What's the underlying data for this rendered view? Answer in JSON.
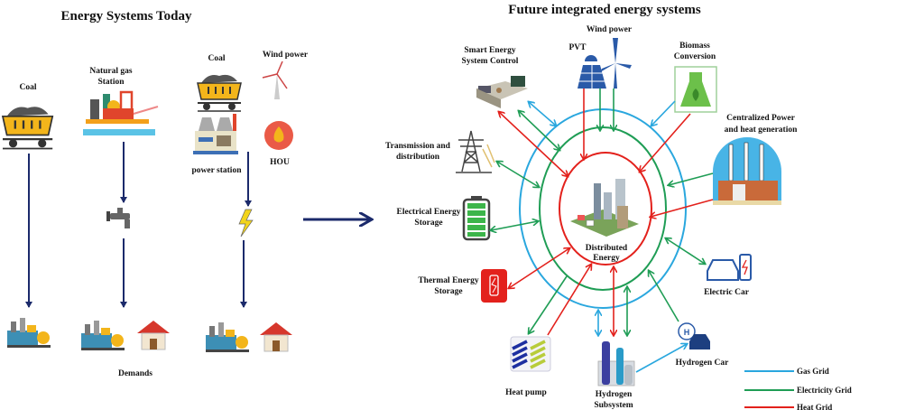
{
  "left": {
    "title": "Energy Systems Today",
    "coal_1": "Coal",
    "natural_gas_1": "Natural gas",
    "natural_gas_2": "Station",
    "coal_2": "Coal",
    "wind_power": "Wind power",
    "power_station": "power station",
    "hou": "HOU",
    "demands": "Demands"
  },
  "right": {
    "title": "Future integrated energy systems",
    "smart_1": "Smart Energy",
    "smart_2": "System Control",
    "pvt": "PVT",
    "wind_power": "Wind power",
    "biomass_1": "Biomass",
    "biomass_2": "Conversion",
    "central_1": "Centralized Power",
    "central_2": "and heat generation",
    "trans_1": "Transmission and",
    "trans_2": "distribution",
    "elec_storage_1": "Electrical  Energy",
    "elec_storage_2": "Storage",
    "thermal_1": "Thermal Energy",
    "thermal_2": "Storage",
    "distributed_1": "Distributed",
    "distributed_2": "Energy",
    "electric_car": "Electric Car",
    "hydrogen_car": "Hydrogen Car",
    "heat_pump": "Heat pump",
    "hydrogen_1": "Hydrogen",
    "hydrogen_2": "Subsystem"
  },
  "legend": [
    {
      "label": "Gas Grid",
      "color": "#2aa7de"
    },
    {
      "label": "Electricity Grid",
      "color": "#1f9d55"
    },
    {
      "label": "Heat Grid",
      "color": "#e3211c"
    }
  ],
  "colors": {
    "gas": "#2aa7de",
    "electricity": "#1f9d55",
    "heat": "#e3211c",
    "flow": "#1b2a6b"
  }
}
